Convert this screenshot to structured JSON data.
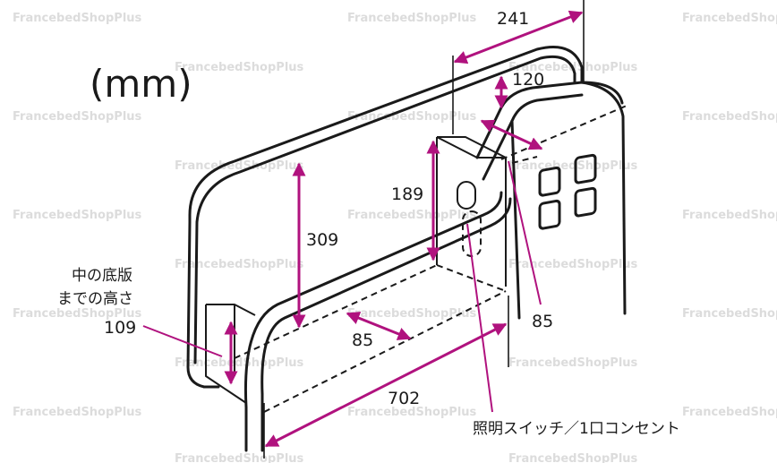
{
  "unit_label": "(mm)",
  "watermark_text": "FrancebedShopPlus",
  "dimensions": {
    "width_top": "241",
    "depth_top": "120",
    "shelf_height": "189",
    "board_height": "309",
    "front_depth": "85",
    "side_depth": "85",
    "total_width": "702",
    "base_height": "109"
  },
  "notes": {
    "base_height_line1": "中の底版",
    "base_height_line2": "までの高さ",
    "switch_outlet": "照明スイッチ／1口コンセント"
  },
  "colors": {
    "dimension": "#b0127e",
    "outline": "#1a1a1a",
    "watermark": "#dcdcdc"
  }
}
